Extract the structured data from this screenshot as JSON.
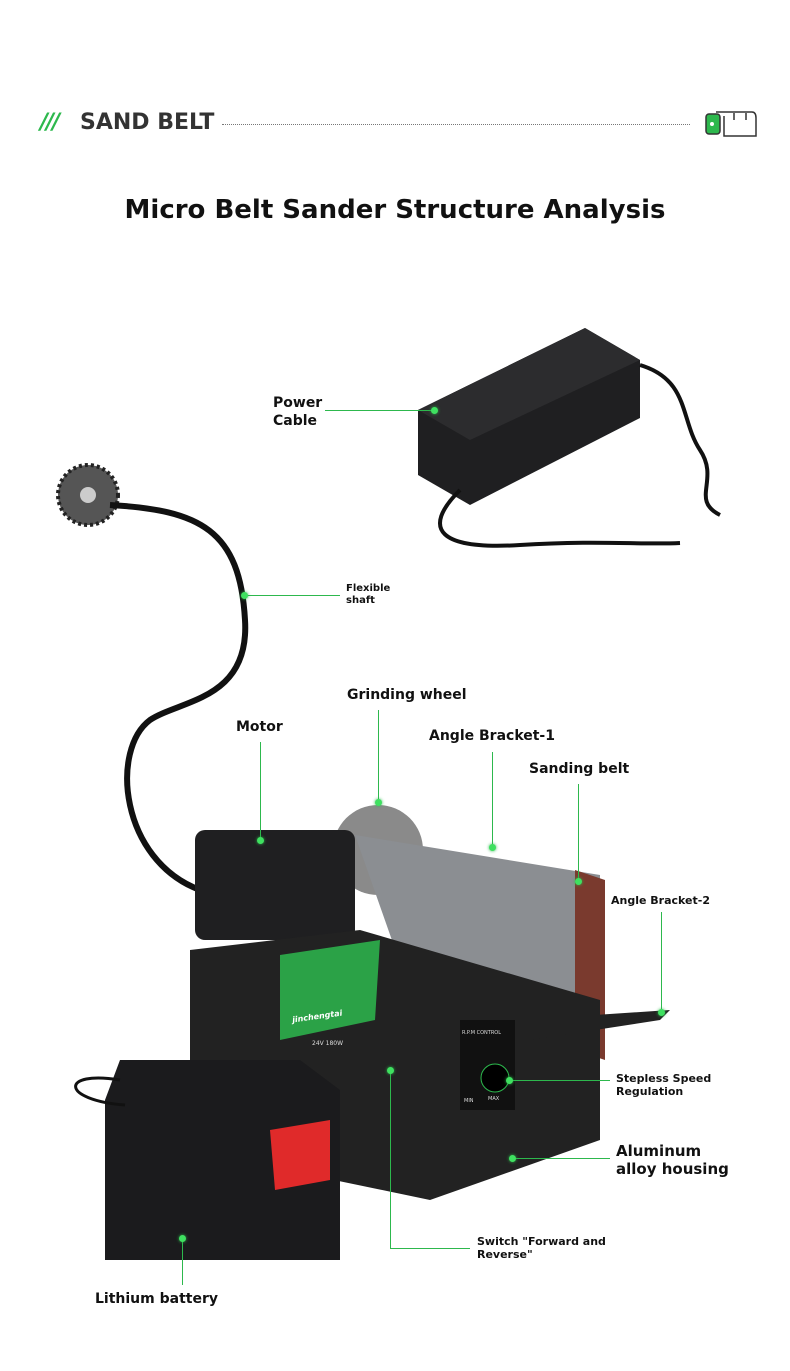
{
  "header": {
    "slashes": "///",
    "section": "SAND BELT",
    "icon": "sand-belt-roll-icon"
  },
  "title": "Micro Belt Sander Structure Analysis",
  "labels": {
    "power_cable": "Power\nCable",
    "flexible_shaft": "Flexible\nshaft",
    "grinding_wheel": "Grinding wheel",
    "motor": "Motor",
    "angle_bracket_1": "Angle Bracket-1",
    "sanding_belt": "Sanding belt",
    "angle_bracket_2": "Angle Bracket-2",
    "stepless": "Stepless Speed\nRegulation",
    "aluminum": "Aluminum\nalloy housing",
    "switch": "Switch \"Forward and\nReverse\"",
    "battery": "Lithium battery"
  },
  "product": {
    "brand": "jinchengtai",
    "spec": "24V 180W",
    "dial": "R.P.M CONTROL",
    "min": "MIN",
    "max": "MAX"
  },
  "colors": {
    "accent": "#2db84d",
    "belt": "#7a3a2e"
  }
}
